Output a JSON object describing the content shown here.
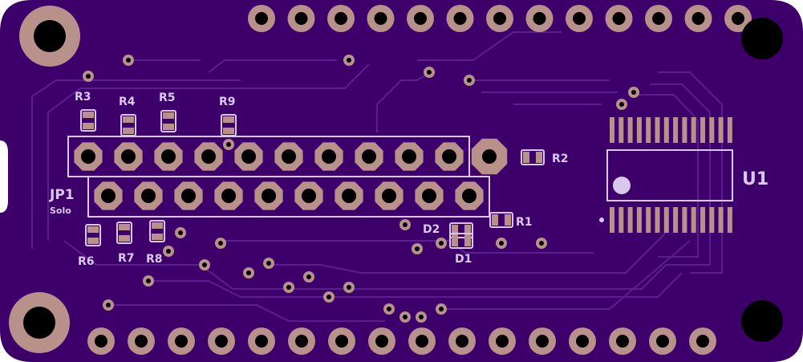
{
  "board": {
    "colors": {
      "board": "#3d006b",
      "trace": "#7a3fae",
      "silk": "#d9c8ec",
      "pad": "#b8928a",
      "hole": "#000000"
    },
    "labels": {
      "jp1": "JP1",
      "jp1_sub": "Solo",
      "u1": "U1",
      "r1": "R1",
      "r2": "R2",
      "r3": "R3",
      "r4": "R4",
      "r5": "R5",
      "r6": "R6",
      "r7": "R7",
      "r8": "R8",
      "r9": "R9",
      "d1": "D1",
      "d2": "D2"
    }
  }
}
